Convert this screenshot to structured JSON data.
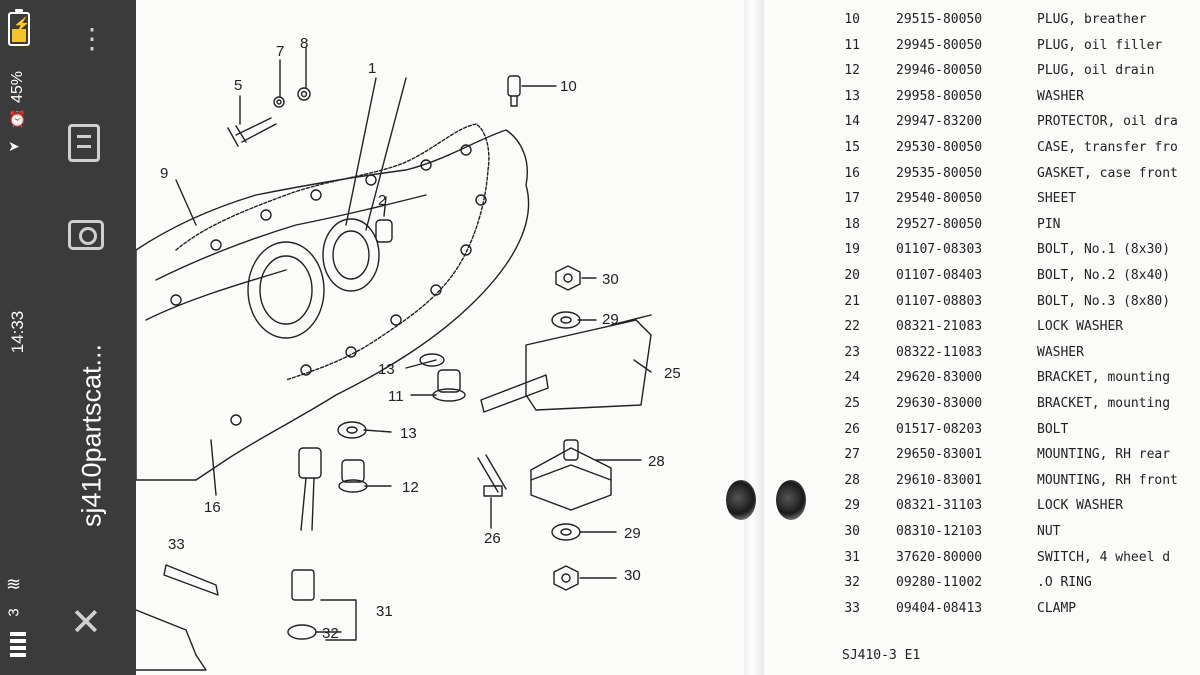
{
  "status_bar": {
    "time": "14:33",
    "battery_percent": "45%",
    "battery_level": 0.45,
    "signal_label": "3",
    "url": "sj410partscat..."
  },
  "icons": [
    "more-vert-icon",
    "tabs-icon",
    "camera-icon",
    "close-icon",
    "wifi-icon",
    "signal-icon",
    "battery-icon",
    "location-icon",
    "alarm-icon"
  ],
  "diagram": {
    "callouts": [
      "1",
      "2",
      "5",
      "7",
      "8",
      "9",
      "10",
      "11",
      "12",
      "13",
      "13",
      "16",
      "25",
      "26",
      "28",
      "29",
      "29",
      "30",
      "30",
      "31",
      "32",
      "33"
    ]
  },
  "parts_table": {
    "rows": [
      {
        "num": "10",
        "part": "29515-80050",
        "desc": "PLUG, breather"
      },
      {
        "num": "11",
        "part": "29945-80050",
        "desc": "PLUG, oil filler"
      },
      {
        "num": "12",
        "part": "29946-80050",
        "desc": "PLUG, oil drain"
      },
      {
        "num": "13",
        "part": "29958-80050",
        "desc": "WASHER"
      },
      {
        "num": "14",
        "part": "29947-83200",
        "desc": "PROTECTOR, oil dra"
      },
      {
        "num": "15",
        "part": "29530-80050",
        "desc": "CASE, transfer fro"
      },
      {
        "num": "16",
        "part": "29535-80050",
        "desc": "GASKET, case front"
      },
      {
        "num": "17",
        "part": "29540-80050",
        "desc": "SHEET"
      },
      {
        "num": "18",
        "part": "29527-80050",
        "desc": "PIN"
      },
      {
        "num": "19",
        "part": "01107-08303",
        "desc": "BOLT, No.1 (8x30)"
      },
      {
        "num": "20",
        "part": "01107-08403",
        "desc": "BOLT, No.2 (8x40)"
      },
      {
        "num": "21",
        "part": "01107-08803",
        "desc": "BOLT, No.3 (8x80)"
      },
      {
        "num": "22",
        "part": "08321-21083",
        "desc": "LOCK WASHER"
      },
      {
        "num": "23",
        "part": "08322-11083",
        "desc": "WASHER"
      },
      {
        "num": "24",
        "part": "29620-83000",
        "desc": "BRACKET, mounting"
      },
      {
        "num": "25",
        "part": "29630-83000",
        "desc": "BRACKET, mounting"
      },
      {
        "num": "26",
        "part": "01517-08203",
        "desc": "BOLT"
      },
      {
        "num": "27",
        "part": "29650-83001",
        "desc": "MOUNTING, RH rear"
      },
      {
        "num": "28",
        "part": "29610-83001",
        "desc": "MOUNTING, RH front"
      },
      {
        "num": "29",
        "part": "08321-31103",
        "desc": "LOCK WASHER"
      },
      {
        "num": "30",
        "part": "08310-12103",
        "desc": "NUT"
      },
      {
        "num": "31",
        "part": "37620-80000",
        "desc": "SWITCH, 4 wheel d"
      },
      {
        "num": "32",
        "part": "09280-11002",
        "desc": ".O RING"
      },
      {
        "num": "33",
        "part": "09404-08413",
        "desc": "CLAMP"
      }
    ],
    "footer": "SJ410-3 E1"
  }
}
